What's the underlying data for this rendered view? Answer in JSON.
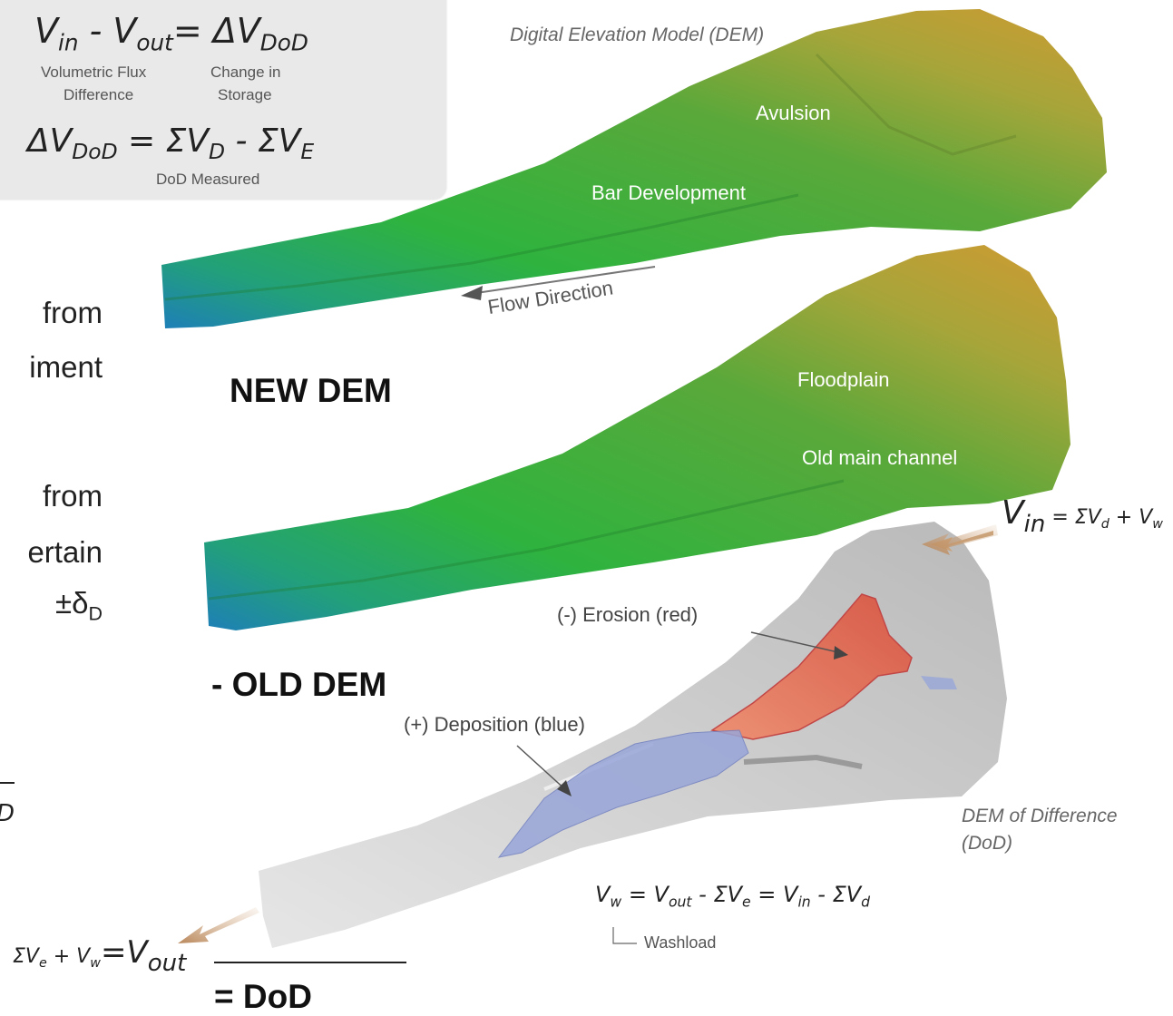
{
  "equations_box": {
    "eq1_left": "V",
    "eq1_left_sub": "in",
    "eq1_mid": " - V",
    "eq1_mid_sub": "out",
    "eq1_eq": "= ΔV",
    "eq1_right_sub": "DoD",
    "cap_flux_1": "Volumetric Flux",
    "cap_flux_2": "Difference",
    "cap_storage_1": "Change in",
    "cap_storage_2": "Storage",
    "eq2_left": "ΔV",
    "eq2_left_sub": "DoD",
    "eq2_mid": " = ΣV",
    "eq2_mid_sub": "D",
    "eq2_right": " - ΣV",
    "eq2_right_sub": "E",
    "cap_dod_measured": "DoD Measured"
  },
  "left_text": {
    "line1": "from",
    "line2": "iment",
    "line3": "from",
    "line4": "ertain",
    "line5": "±δ",
    "line5_sub": "D",
    "line6": "D"
  },
  "dem_title": "Digital Elevation Model (DEM)",
  "new_dem_labels": {
    "avulsion": "Avulsion",
    "bar_development": "Bar Development",
    "flow_direction": "Flow Direction"
  },
  "old_dem_labels": {
    "floodplain": "Floodplain",
    "old_main_channel": "Old main channel"
  },
  "stack_labels": {
    "new_dem": "NEW DEM",
    "old_dem": "- OLD DEM",
    "dod": "= DoD"
  },
  "dod_labels": {
    "erosion": "(-) Erosion (red)",
    "deposition": "(+) Deposition (blue)",
    "dod_title_1": "DEM of Difference",
    "dod_title_2": "(DoD)"
  },
  "vin_equation": {
    "v": "V",
    "v_sub": "in",
    "rest": " = ΣV",
    "rest_sub": "d",
    "plus": " + V",
    "plus_sub": "w"
  },
  "vout_equation": {
    "sigma": "ΣV",
    "sigma_sub": "e",
    "plus": " + V",
    "plus_sub": "w",
    "eq": "=V",
    "eq_sub": "out"
  },
  "vw_equation": {
    "v": "V",
    "v_sub": "w",
    "a": " = V",
    "a_sub": "out",
    "b": " - ΣV",
    "b_sub": "e",
    "c": " = V",
    "c_sub": "in",
    "d": " - ΣV",
    "d_sub": "d",
    "washload": "Washload"
  },
  "colors": {
    "green": "#3fae3f",
    "orange": "#c9a13a",
    "blue": "#2f86b5",
    "gray_surface": "#c8c8c8",
    "erosion": "#e8604a",
    "deposition": "#98a6d8",
    "arrow_tan": "#c9a27a"
  }
}
